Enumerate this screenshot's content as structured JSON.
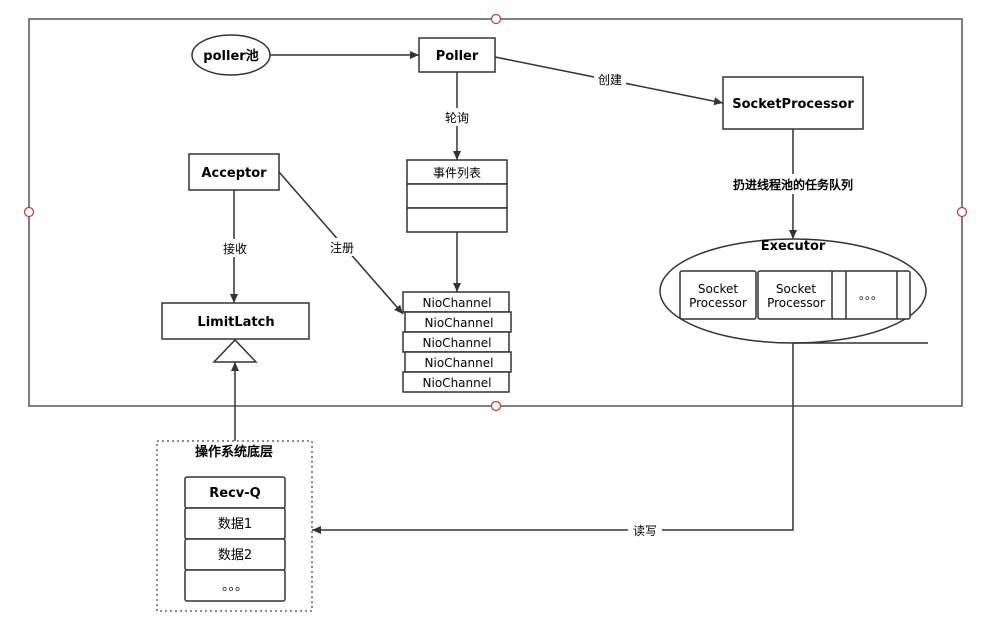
{
  "nodes": {
    "poller_pool": "poller池",
    "poller": "Poller",
    "socket_processor": "SocketProcessor",
    "acceptor": "Acceptor",
    "event_list": "事件列表",
    "limit_latch": "LimitLatch",
    "executor": "Executor",
    "executor_items": [
      "Socket\nProcessor",
      "Socket\nProcessor",
      "。。。"
    ],
    "nio_channels": [
      "NioChannel",
      "NioChannel",
      "NioChannel",
      "NioChannel",
      "NioChannel"
    ],
    "os_group": "操作系统底层",
    "os_items": [
      "Recv-Q",
      "数据1",
      "数据2",
      "。。。"
    ]
  },
  "edges": {
    "create": "创建",
    "poll": "轮询",
    "push_queue": "扔进线程池的任务队列",
    "receive": "接收",
    "register": "注册",
    "read_write": "读写"
  }
}
